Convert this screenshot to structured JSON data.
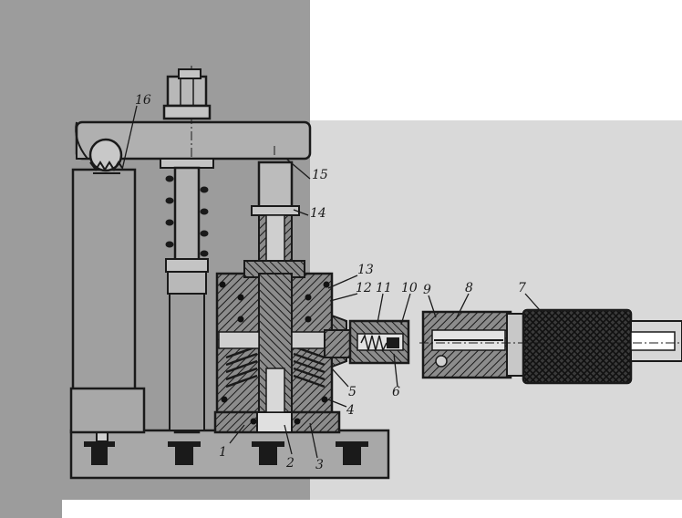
{
  "figure": {
    "colors": {
      "paper_left": "#9c9c9c",
      "paper_right": "#d9d9d9",
      "ink": "#1a1a1a",
      "background": "#ffffff"
    },
    "callouts": [
      {
        "id": "c1",
        "label": "1"
      },
      {
        "id": "c2",
        "label": "2"
      },
      {
        "id": "c3",
        "label": "3"
      },
      {
        "id": "c4",
        "label": "4"
      },
      {
        "id": "c5",
        "label": "5"
      },
      {
        "id": "c6",
        "label": "6"
      },
      {
        "id": "c7",
        "label": "7"
      },
      {
        "id": "c8",
        "label": "8"
      },
      {
        "id": "c9",
        "label": "9"
      },
      {
        "id": "c10",
        "label": "10"
      },
      {
        "id": "c11",
        "label": "11"
      },
      {
        "id": "c12",
        "label": "12"
      },
      {
        "id": "c13",
        "label": "13"
      },
      {
        "id": "c14",
        "label": "14"
      },
      {
        "id": "c15",
        "label": "15"
      },
      {
        "id": "c16",
        "label": "16"
      }
    ]
  }
}
